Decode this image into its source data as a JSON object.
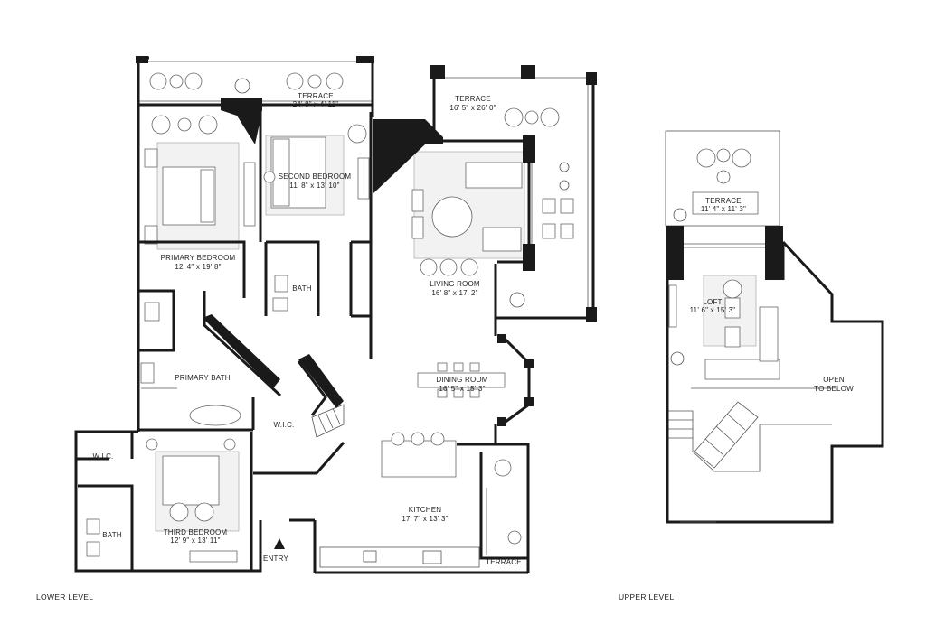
{
  "rooms": {
    "terrace_top": {
      "name": "TERRACE",
      "dim": "24' 8\" x 4' 11\""
    },
    "terrace_right": {
      "name": "TERRACE",
      "dim": "16' 5\" x 26' 0\""
    },
    "second_bedroom": {
      "name": "SECOND BEDROOM",
      "dim": "11' 8\" x 13' 10\""
    },
    "primary_bedroom": {
      "name": "PRIMARY BEDROOM",
      "dim": "12' 4\" x 19' 8\""
    },
    "living_room": {
      "name": "LIVING ROOM",
      "dim": "16' 8\" x 17' 2\""
    },
    "bath_center": {
      "name": "BATH"
    },
    "primary_bath": {
      "name": "PRIMARY BATH"
    },
    "dining_room": {
      "name": "DINING ROOM",
      "dim": "16' 5\" x 15' 3\""
    },
    "wic_center": {
      "name": "W.I.C."
    },
    "wic_left": {
      "name": "W.I.C."
    },
    "third_bedroom": {
      "name": "THIRD BEDROOM",
      "dim": "12' 9\" x 13' 11\""
    },
    "bath_left": {
      "name": "BATH"
    },
    "kitchen": {
      "name": "KITCHEN",
      "dim": "17' 7\" x 13' 3\""
    },
    "terrace_small": {
      "name": "TERRACE"
    },
    "entry": {
      "name": "ENTRY"
    },
    "terrace_upper": {
      "name": "TERRACE",
      "dim": "11' 4\" x 11' 3\""
    },
    "loft": {
      "name": "LOFT",
      "dim": "11' 6\" x 15' 3\""
    },
    "open_below": {
      "line1": "OPEN",
      "line2": "TO BELOW"
    }
  },
  "levels": {
    "lower": "LOWER LEVEL",
    "upper": "UPPER LEVEL"
  }
}
